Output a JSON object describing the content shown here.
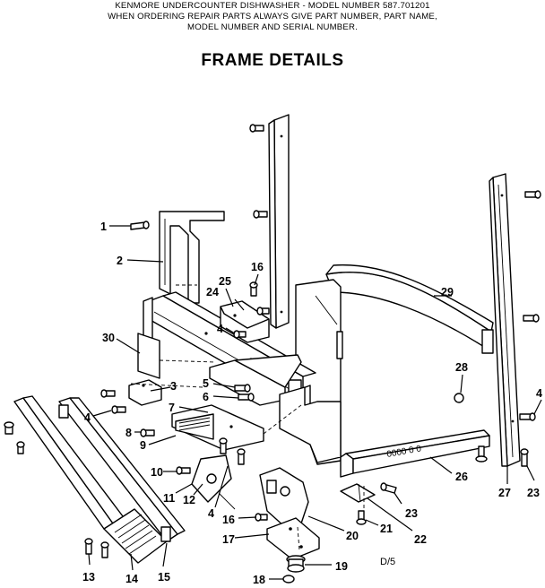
{
  "header": {
    "line1": "KENMORE UNDERCOUNTER DISHWASHER - MODEL NUMBER 587.701201",
    "line2": "WHEN ORDERING REPAIR PARTS ALWAYS GIVE PART NUMBER, PART NAME,",
    "line3": "MODEL NUMBER AND SERIAL NUMBER."
  },
  "title": "FRAME DETAILS",
  "page_code": "D/5",
  "callouts": [
    "1",
    "2",
    "30",
    "3",
    "4",
    "5",
    "6",
    "7",
    "8",
    "9",
    "10",
    "11",
    "12",
    "4",
    "25",
    "24",
    "4",
    "16",
    "29",
    "28",
    "4",
    "23",
    "27",
    "26",
    "23",
    "21",
    "22",
    "20",
    "16",
    "17",
    "19",
    "18",
    "13",
    "14",
    "15"
  ]
}
